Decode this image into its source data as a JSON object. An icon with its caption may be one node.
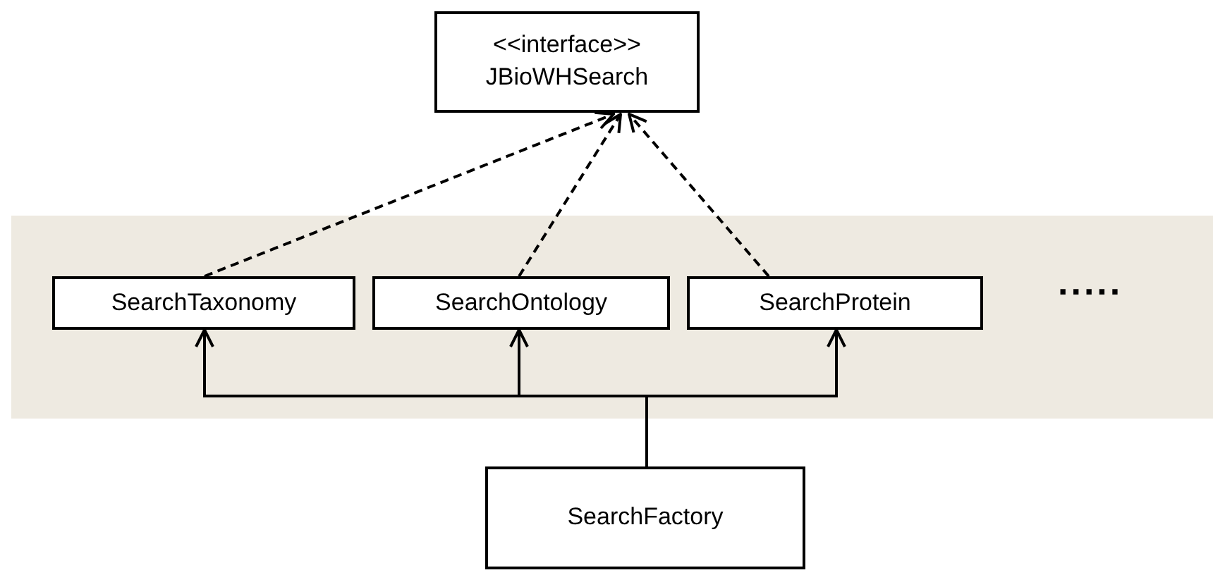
{
  "diagram": {
    "nodes": [
      {
        "text": [
          "<<interface>>",
          "JBioWHSearch"
        ]
      },
      {
        "text": [
          "SearchTaxonomy"
        ]
      },
      {
        "text": [
          "SearchOntology"
        ]
      },
      {
        "text": [
          "SearchProtein"
        ]
      },
      {
        "text": [
          "SearchFactory"
        ]
      }
    ],
    "edges": [
      {
        "from": 1,
        "to": 0,
        "arrow": "to",
        "style": "dashed"
      },
      {
        "from": 2,
        "to": 0,
        "arrow": "to",
        "style": "dashed"
      },
      {
        "from": 3,
        "to": 0,
        "arrow": "to",
        "style": "dashed"
      },
      {
        "from": 4,
        "to": 1,
        "arrow": "to"
      },
      {
        "from": 4,
        "to": 2,
        "arrow": "to"
      },
      {
        "from": 4,
        "to": 3,
        "arrow": "to"
      }
    ],
    "labels": [
      "....."
    ]
  }
}
